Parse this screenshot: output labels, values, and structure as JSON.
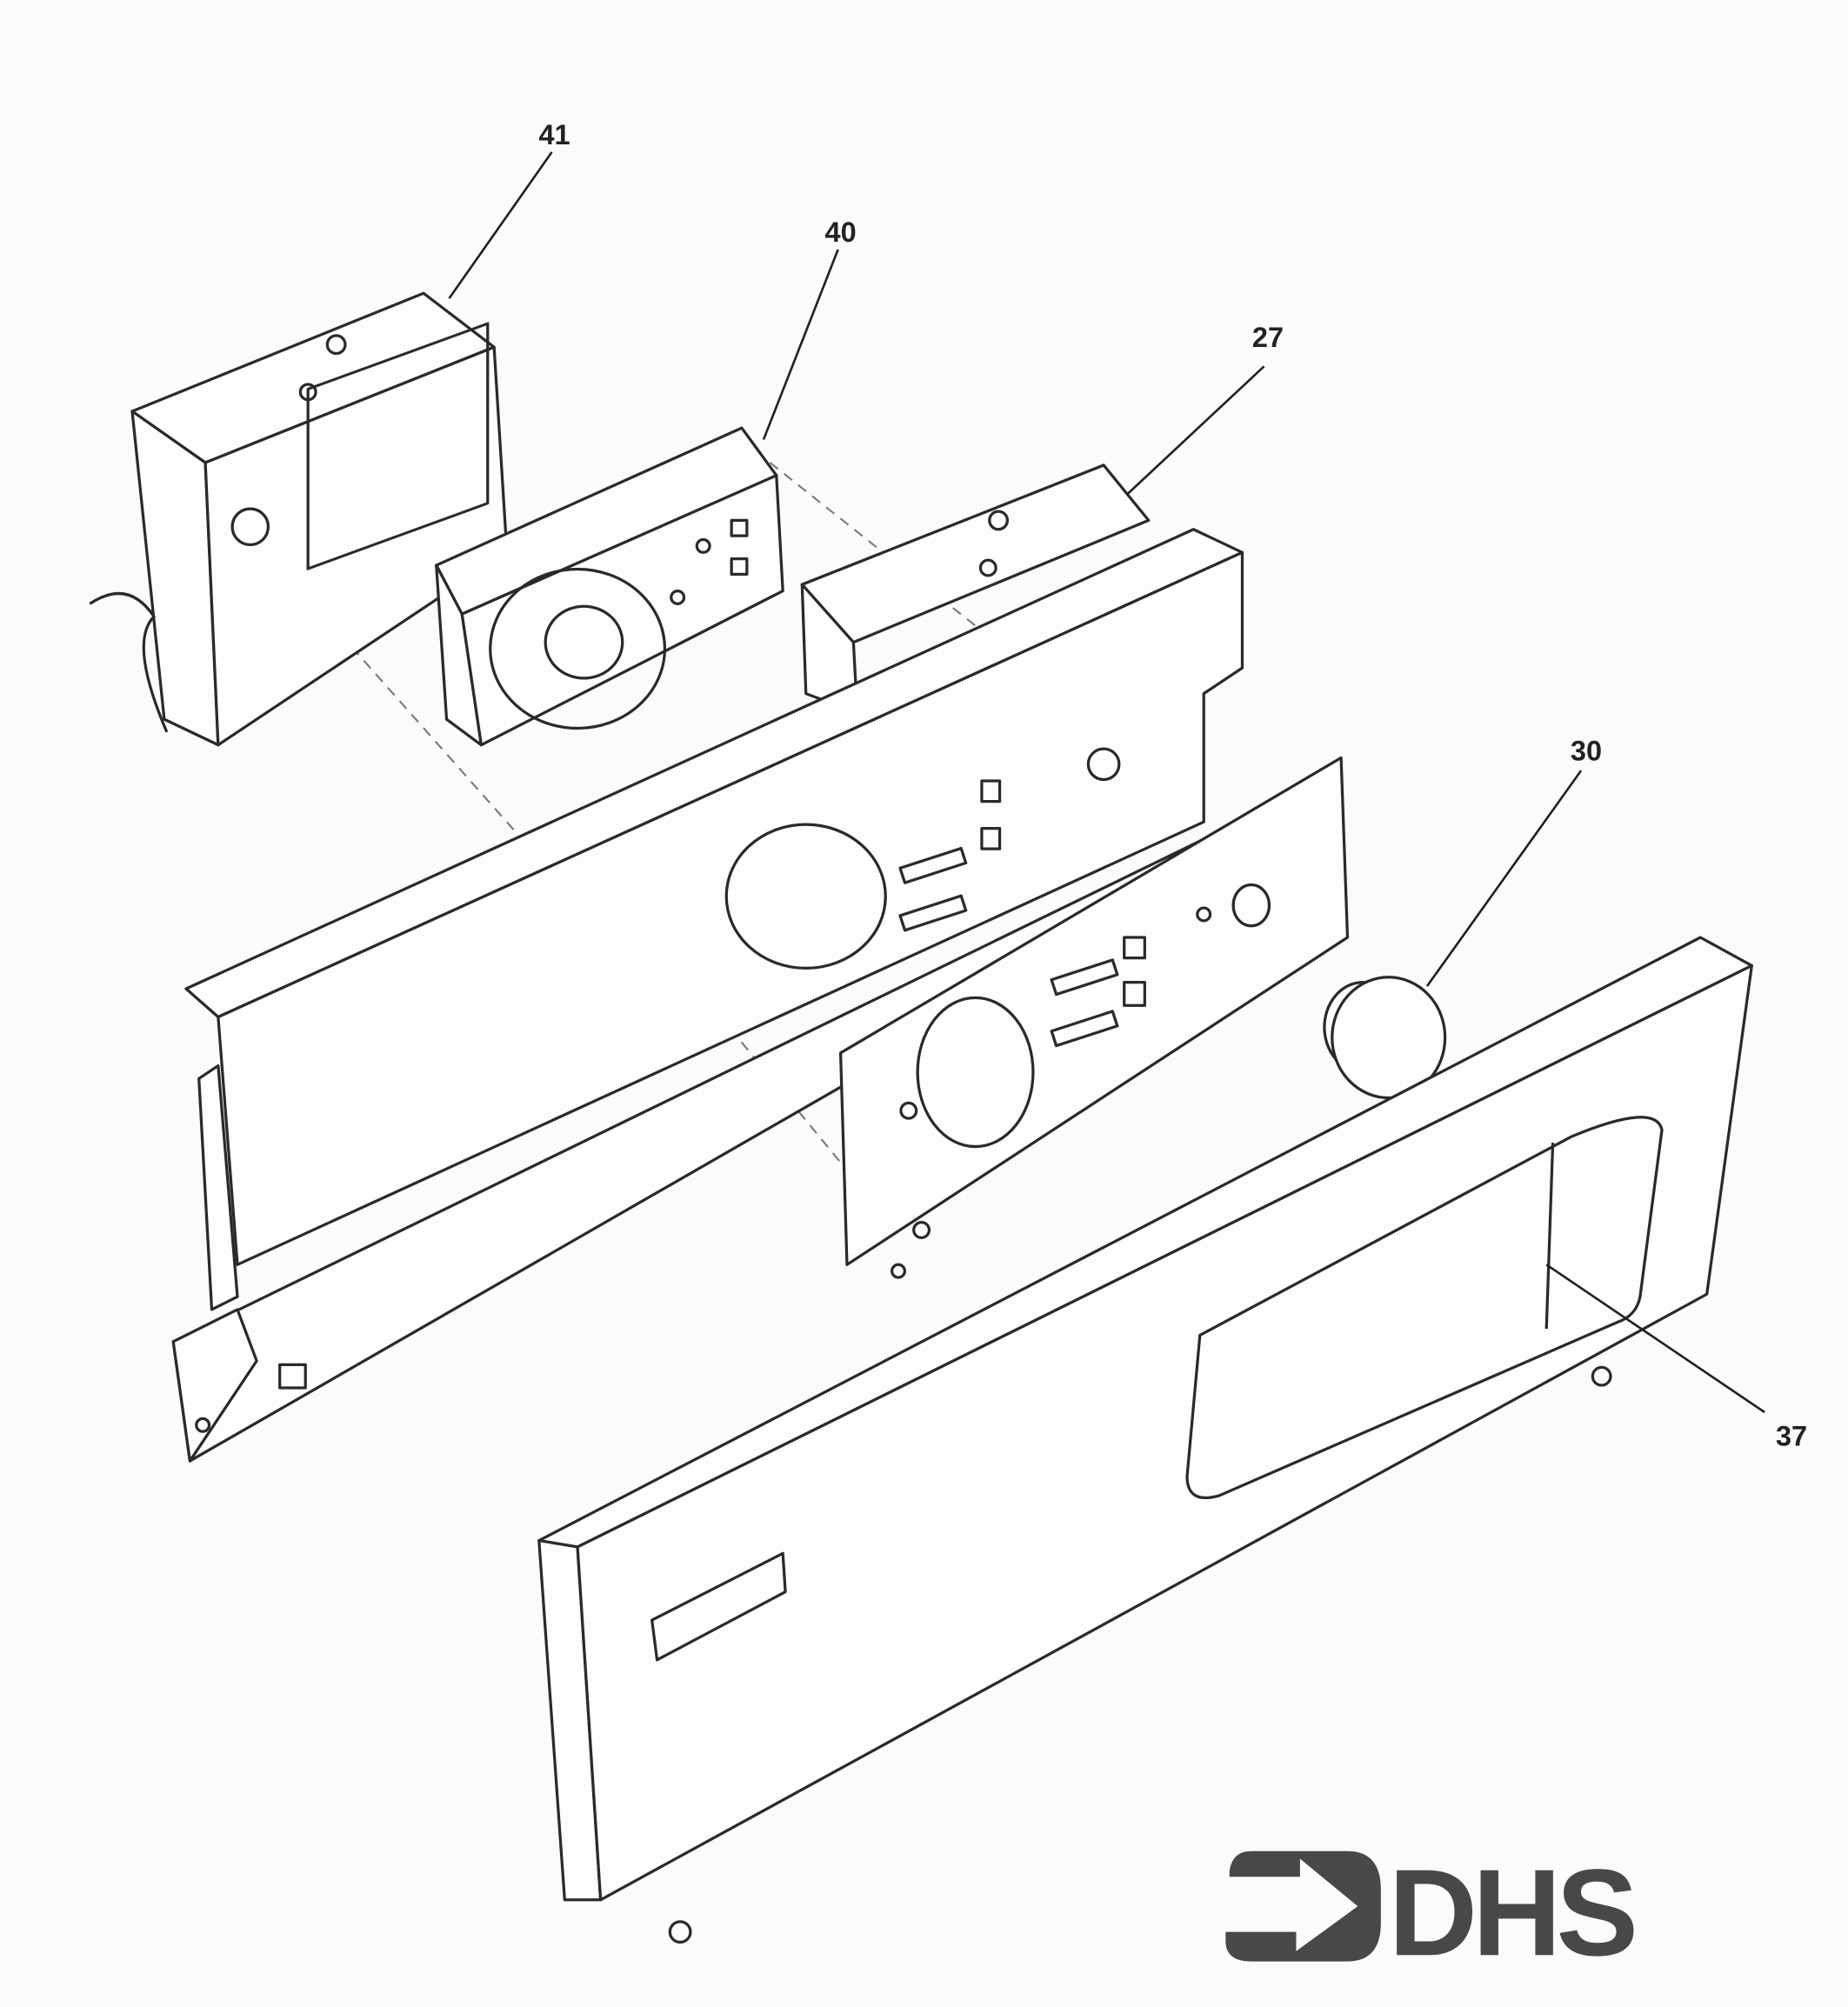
{
  "diagram": {
    "type": "exploded parts drawing",
    "callouts": [
      {
        "id": "41",
        "label": "41"
      },
      {
        "id": "40",
        "label": "40"
      },
      {
        "id": "27",
        "label": "27"
      },
      {
        "id": "30",
        "label": "30"
      },
      {
        "id": "37",
        "label": "37"
      }
    ]
  },
  "logo": {
    "text": "DHS",
    "color": "#484848"
  }
}
